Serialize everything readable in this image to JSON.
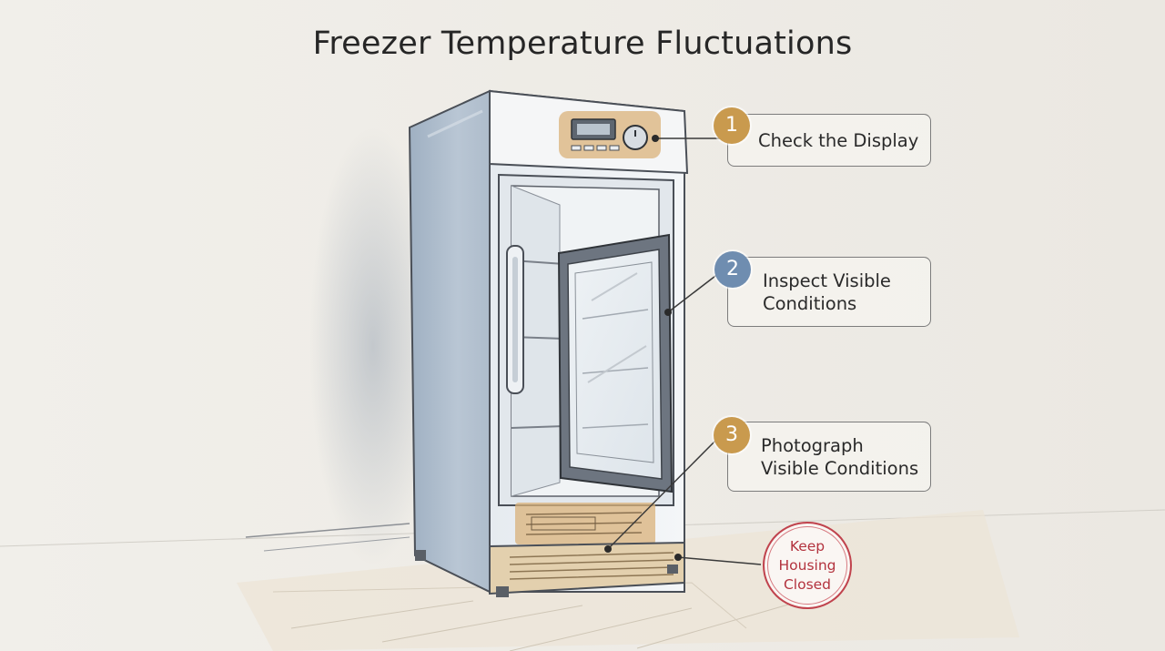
{
  "title": "Freezer Temperature Fluctuations",
  "steps": [
    {
      "number": "1",
      "lines": [
        "Check the Display"
      ],
      "color": "#c99a4e"
    },
    {
      "number": "2",
      "lines": [
        "Inspect Visible",
        "Conditions"
      ],
      "color": "#6f8db0"
    },
    {
      "number": "3",
      "lines": [
        "Photograph",
        "Visible Conditions"
      ],
      "color": "#c99a4e"
    }
  ],
  "warning": {
    "lines": [
      "Keep",
      "Housing",
      "Closed"
    ],
    "color": "#c0434d"
  },
  "colors": {
    "highlight": "#d9b27a",
    "metal": "#b8c4d0",
    "outline": "#4a4f57"
  }
}
